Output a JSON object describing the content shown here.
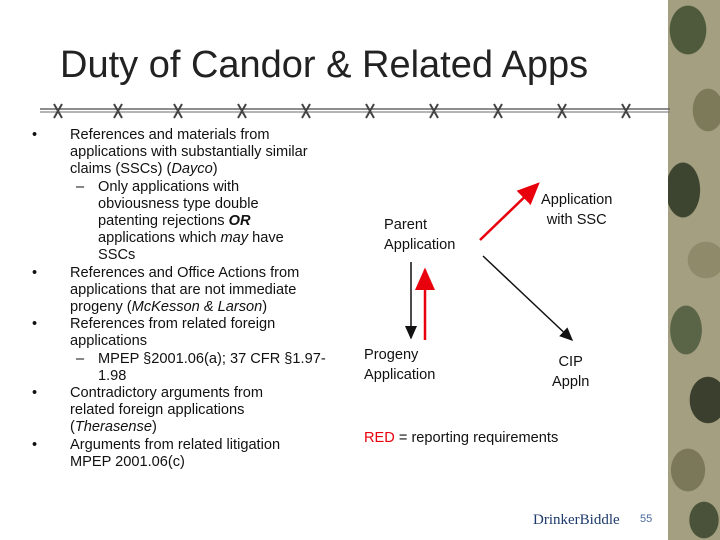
{
  "slide": {
    "title": "Duty of Candor & Related Apps",
    "bullets": [
      {
        "lines": [
          "References and materials from",
          "applications with substantially similar"
        ],
        "line3_prefix": "claims (SSCs) (",
        "line3_italic": "Dayco",
        "line3_suffix": ")",
        "sub": {
          "lines": [
            "Only applications with",
            "obviousness type double"
          ],
          "line3_prefix": "patenting rejections ",
          "line3_italic": "OR",
          "line4_prefix": "applications which ",
          "line4_italic": "may",
          "line4_suffix": " have",
          "line5": "SSCs"
        }
      },
      {
        "lines": [
          "References and Office Actions from",
          "applications that are not immediate"
        ],
        "line3_prefix": "progeny (",
        "line3_italic": "McKesson & Larson",
        "line3_suffix": ")"
      },
      {
        "lines": [
          "References from related foreign",
          "applications"
        ],
        "sub_lines": [
          "MPEP §2001.06(a); 37 CFR §1.97-",
          "1.98"
        ]
      },
      {
        "lines": [
          "Contradictory arguments from",
          "related foreign applications"
        ],
        "line3_prefix": "(",
        "line3_italic": "Therasense",
        "line3_suffix": ")"
      },
      {
        "lines": [
          "Arguments from related litigation",
          "MPEP 2001.06(c)"
        ]
      }
    ],
    "bullet_glyph": "•",
    "dash_glyph": "–",
    "diagram": {
      "parent": [
        "Parent",
        "Application"
      ],
      "app_ssc": [
        "Application",
        "with SSC"
      ],
      "progeny": [
        "Progeny",
        "Application"
      ],
      "cip": [
        "CIP",
        "Appln"
      ],
      "legend_red": "RED",
      "legend_rest": " = reporting requirements",
      "red_color": "#e8000d"
    },
    "footer": {
      "logo": "DrinkerBiddle",
      "page": "55"
    }
  }
}
